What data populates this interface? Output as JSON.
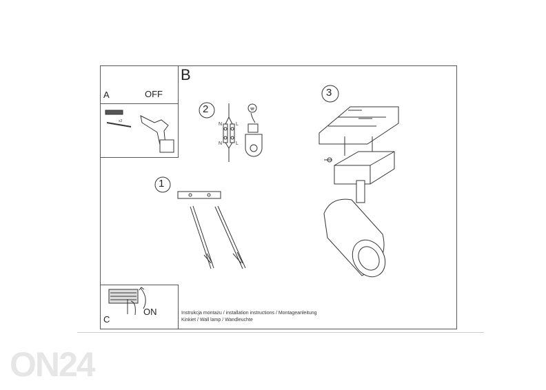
{
  "panels": {
    "a": {
      "letter": "A",
      "state": "OFF"
    },
    "tools": {
      "count": "x2"
    },
    "b": {
      "letter": "B"
    },
    "c": {
      "letter": "C",
      "state": "ON"
    }
  },
  "steps": [
    {
      "number": "1"
    },
    {
      "number": "2",
      "labels": [
        "N",
        "L",
        "N",
        "L"
      ]
    },
    {
      "number": "3"
    }
  ],
  "caption": {
    "line1": "Instrukcja montażu / installation instructions / Montageanleitung",
    "line2": "Kinkiet / Wall lamp / Wandleuchte"
  },
  "watermark": "ON24"
}
